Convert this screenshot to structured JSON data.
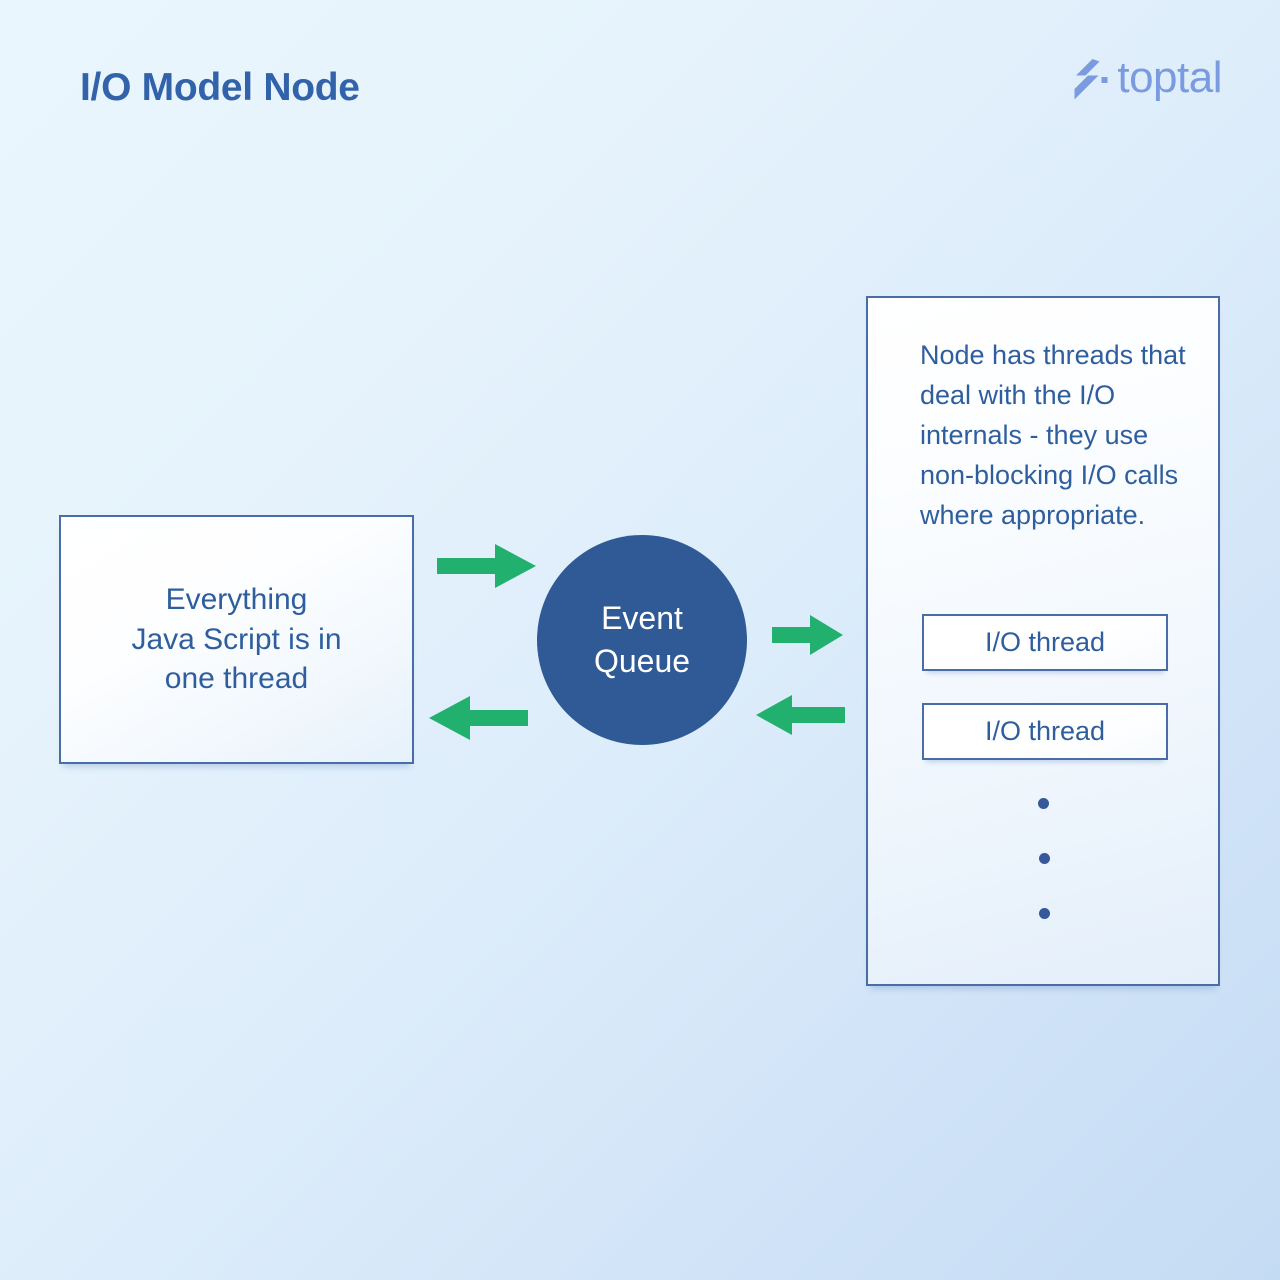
{
  "header": {
    "title": "I/O Model Node",
    "brand_name": "toptal",
    "brand_mark_icon": "toptal-chevron-icon"
  },
  "colors": {
    "title_blue": "#3263aa",
    "brand_blue": "#7b9be0",
    "text_blue": "#2f5e9e",
    "border_blue": "#4a6da8",
    "circle_blue": "#2f5a96",
    "arrow_green": "#22b06e",
    "dot_blue": "#36589b",
    "background_from": "#eaf6fd",
    "background_to": "#c4dcf3"
  },
  "diagram": {
    "left_box": {
      "text": "Everything\nJava Script is in\none thread"
    },
    "event_queue": {
      "text": "Event\nQueue"
    },
    "right_panel": {
      "paragraph": "Node has threads that deal with the I/O internals - they use non-blocking I/O calls where appropriate.",
      "threads": [
        {
          "label": "I/O thread"
        },
        {
          "label": "I/O thread"
        }
      ],
      "ellipsis": "three-vertical-dots"
    },
    "arrows": [
      {
        "name": "arrow-left-box-to-event-queue",
        "direction": "right",
        "icon": "arrow-right-icon"
      },
      {
        "name": "arrow-event-queue-to-left-box",
        "direction": "left",
        "icon": "arrow-left-icon"
      },
      {
        "name": "arrow-event-queue-to-threads",
        "direction": "right",
        "icon": "arrow-right-icon"
      },
      {
        "name": "arrow-threads-to-event-queue",
        "direction": "left",
        "icon": "arrow-left-icon"
      }
    ]
  }
}
